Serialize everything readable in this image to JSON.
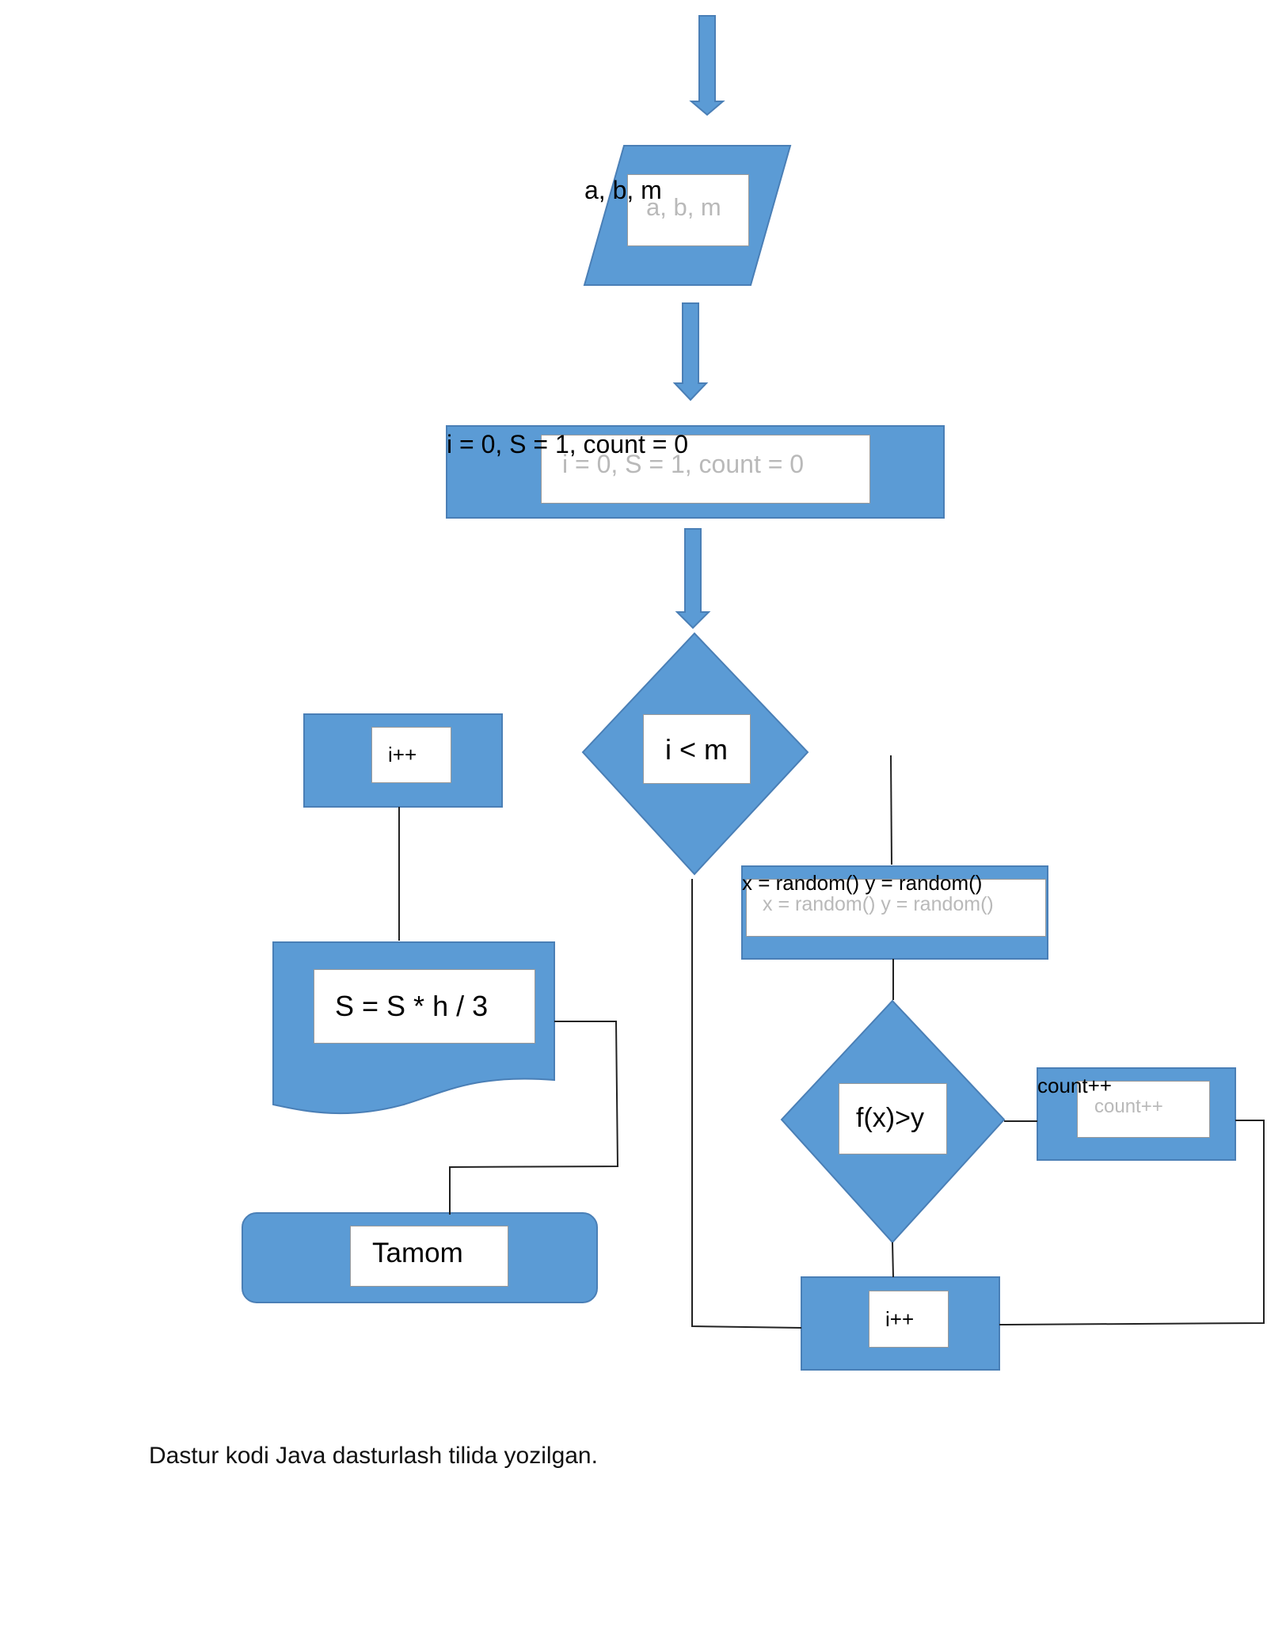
{
  "colors": {
    "shape_fill": "#5b9bd5",
    "shape_stroke": "#4a7fb6",
    "line": "#222222",
    "text_box": "#ffffff"
  },
  "nodes": {
    "input": {
      "label": "a, b, m"
    },
    "init": {
      "label": "i = 0, S = 1, count = 0"
    },
    "loop_condition": {
      "label": "i < m"
    },
    "random_assign": {
      "label": "x = random() y = random()"
    },
    "function_check": {
      "label": "f(x)>y"
    },
    "counter_increment": {
      "label": "count++"
    },
    "loop_increment": {
      "label": "i++"
    },
    "left_increment": {
      "label": "i++"
    },
    "result_calc": {
      "label": "S = S * h / 3"
    },
    "end": {
      "label": "Tamom"
    }
  },
  "caption": "Dastur kodi Java dasturlash tilida yozilgan."
}
